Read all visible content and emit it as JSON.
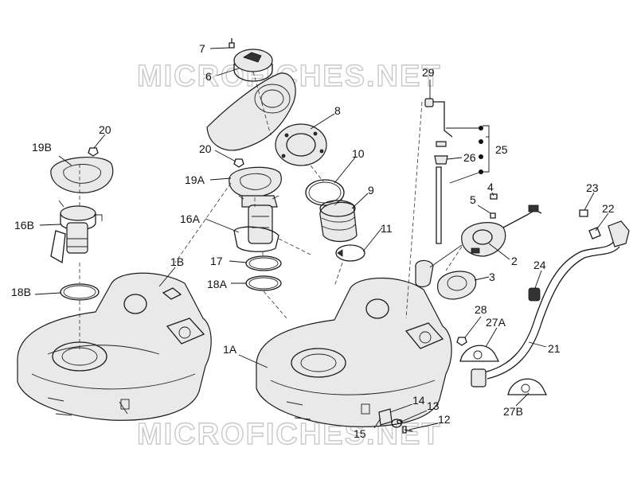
{
  "diagram": {
    "watermark_text": "MICROFICHES.NET",
    "labels": [
      "7",
      "6",
      "29",
      "8",
      "20",
      "19B",
      "20",
      "10",
      "25",
      "26",
      "19A",
      "9",
      "5",
      "4",
      "23",
      "22",
      "16B",
      "16A",
      "11",
      "2",
      "17",
      "1B",
      "24",
      "18B",
      "18A",
      "3",
      "28",
      "27A",
      "1A",
      "21",
      "14",
      "13",
      "12",
      "15",
      "27B"
    ]
  }
}
